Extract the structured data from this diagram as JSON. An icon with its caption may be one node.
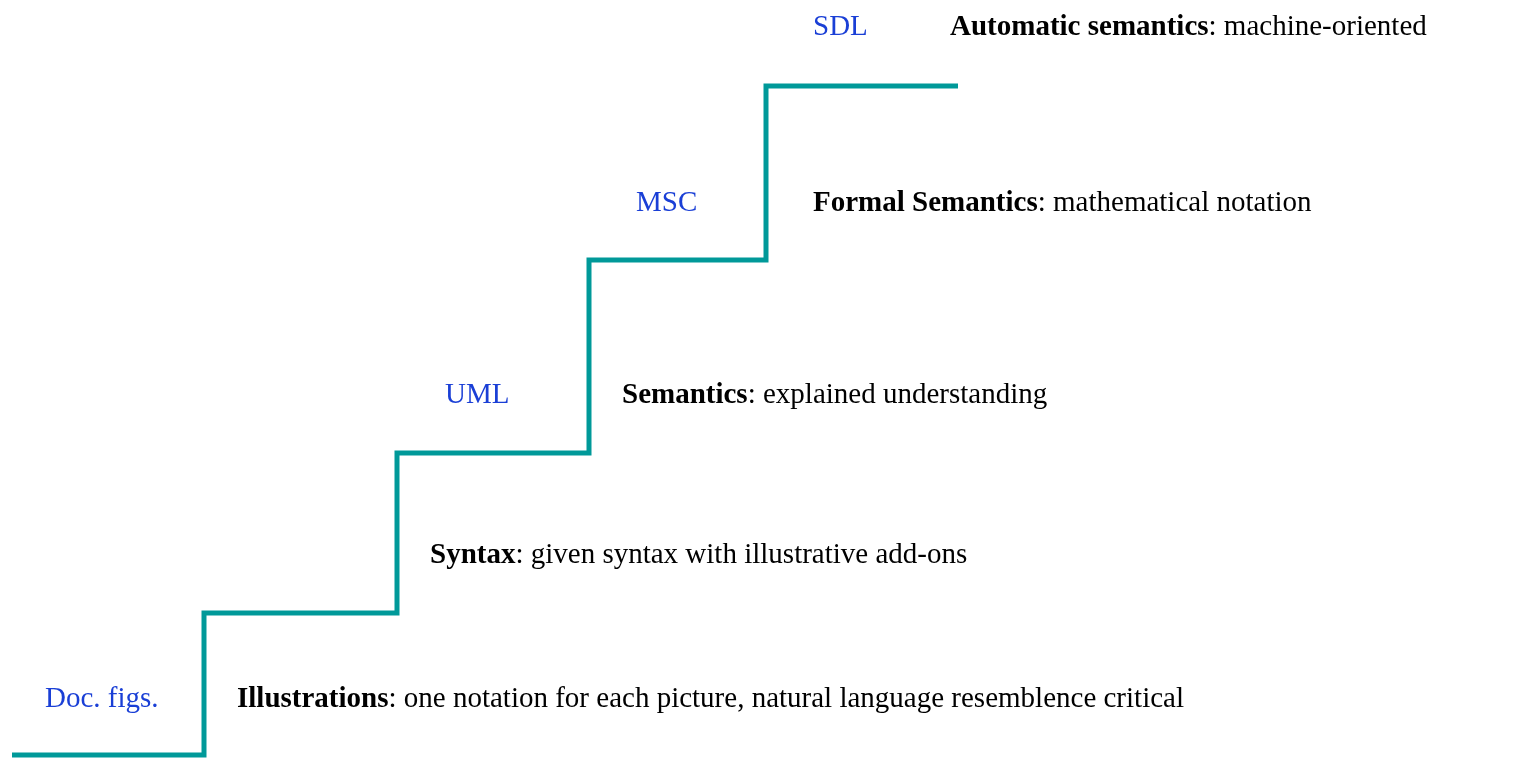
{
  "diagram": {
    "labels": [
      "SDL",
      "**Automatic semantics**: machine-oriented",
      "MSC",
      "**Formal Semantics**: mathematical notation",
      "UML",
      "**Semantics**: explained understanding",
      "**Syntax**: given syntax with illustrative add-ons",
      "Doc. figs.",
      "**Illustrations**: one notation for each picture, natural language resemblence critical"
    ]
  }
}
